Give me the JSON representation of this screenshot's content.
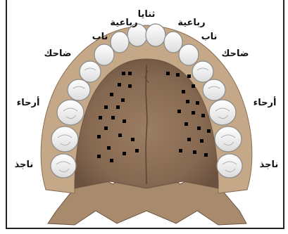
{
  "labels": {
    "central_incisors": "ثنايا",
    "lateral_incisor_left": "رباعية",
    "lateral_incisor_right": "رباعية",
    "canine_left": "ناب",
    "canine_right": "ناب",
    "premolar_left": "ضاحك",
    "premolar_right": "ضاحك",
    "molar_left": "أرحاء",
    "molar_right": "أرحاء",
    "wisdom_left": "ناجذ",
    "wisdom_right": "ناجذ"
  },
  "colors": {
    "tooth": "#f4f4f4",
    "tooth_outline": "#8a8a8a",
    "gum": "#b89a78",
    "bone": "#8c6f55",
    "bone_dark": "#6d5440",
    "dot": "#000000"
  }
}
